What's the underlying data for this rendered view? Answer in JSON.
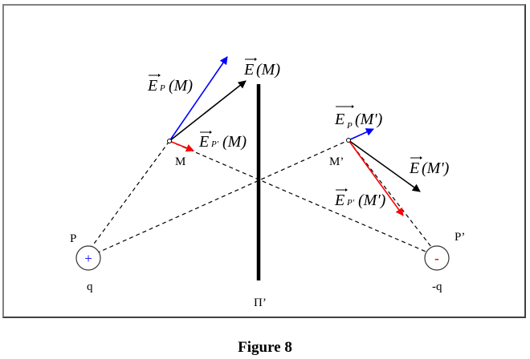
{
  "caption": "Figure 8",
  "colors": {
    "E_P": "#0000ff",
    "E_Pprime": "#ff0000",
    "E_total": "#000000",
    "plus_sign": "#0000ff",
    "minus_sign": "#ff0000",
    "frame": "#808080"
  },
  "labels": {
    "plane": "Π’",
    "point_M": "M",
    "point_Mprime": "M’",
    "charge_P": "P",
    "charge_Pprime": "P’",
    "charge_q": "q",
    "charge_negq": "-q",
    "plus": "+",
    "minus": "-"
  },
  "vectors": {
    "E_P_M": {
      "symbol": "E",
      "sub": "P",
      "arg": "(M)"
    },
    "E_M": {
      "symbol": "E",
      "sub": "",
      "arg": "(M)"
    },
    "E_Pprime_M": {
      "symbol": "E",
      "sub": "P'",
      "arg": "(M)"
    },
    "E_P_Mprime": {
      "symbol": "E",
      "sub": "P",
      "arg": "(M')"
    },
    "E_Mprime": {
      "symbol": "E",
      "sub": "",
      "arg": "(M')"
    },
    "E_Pprime_Mprime": {
      "symbol": "E",
      "sub": "P'",
      "arg": "(M')"
    }
  }
}
